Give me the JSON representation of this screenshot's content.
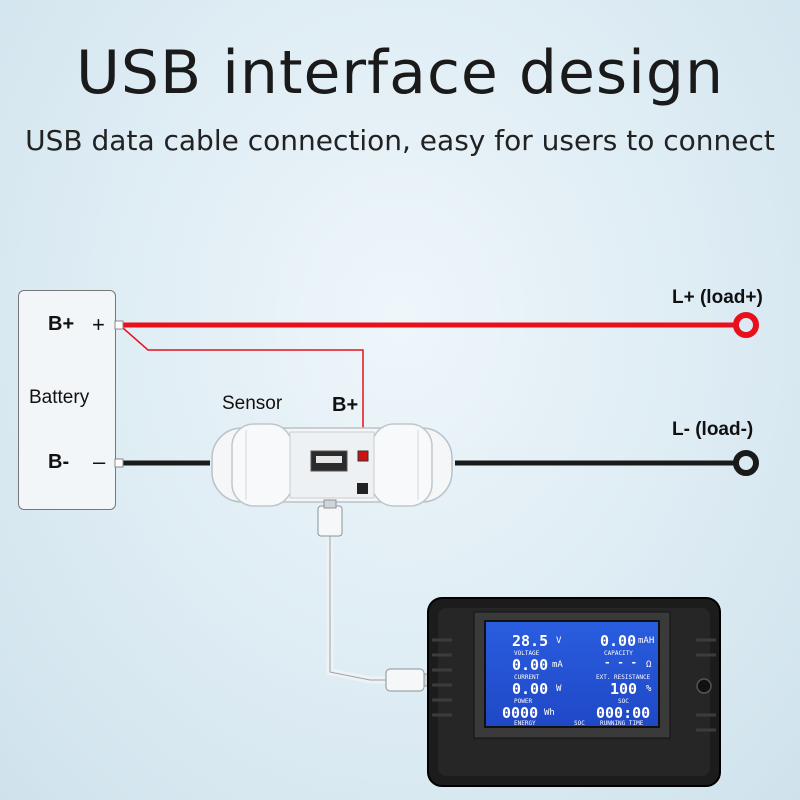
{
  "header": {
    "title": "USB interface design",
    "subtitle": "USB data cable connection, easy for users to connect"
  },
  "battery": {
    "label": "Battery",
    "pos": "B+",
    "pos_sign": "+",
    "neg": "B-",
    "neg_sign": "–"
  },
  "sensor": {
    "label": "Sensor",
    "bplus": "B+"
  },
  "load": {
    "pos": "L+ (load+)",
    "neg": "L- (load-)"
  },
  "meter": {
    "voltage_value": "28.5",
    "voltage_unit": "V",
    "voltage_label": "VOLTAGE",
    "capacity_value": "0.00",
    "capacity_unit": "mAH",
    "capacity_label": "CAPACITY",
    "current_value": "0.00",
    "current_unit": "mA",
    "current_label": "CURRENT",
    "resistance_value": "- - -",
    "resistance_unit": "Ω",
    "resistance_label": "EXT. RESISTANCE",
    "power_value": "0.00",
    "power_unit": "W",
    "power_label": "POWER",
    "soc_value": "100",
    "soc_unit": "%",
    "soc_label": "SOC",
    "energy_value": "0000",
    "energy_unit": "Wh",
    "energy_label": "ENERGY",
    "runtime_value": "000:00",
    "runtime_label": "RUNNING TIME",
    "soc_bar_label": "SOC"
  },
  "colors": {
    "positive_wire": "#e8101a",
    "negative_wire": "#1a1a1a",
    "lcd": "#2453d6"
  }
}
